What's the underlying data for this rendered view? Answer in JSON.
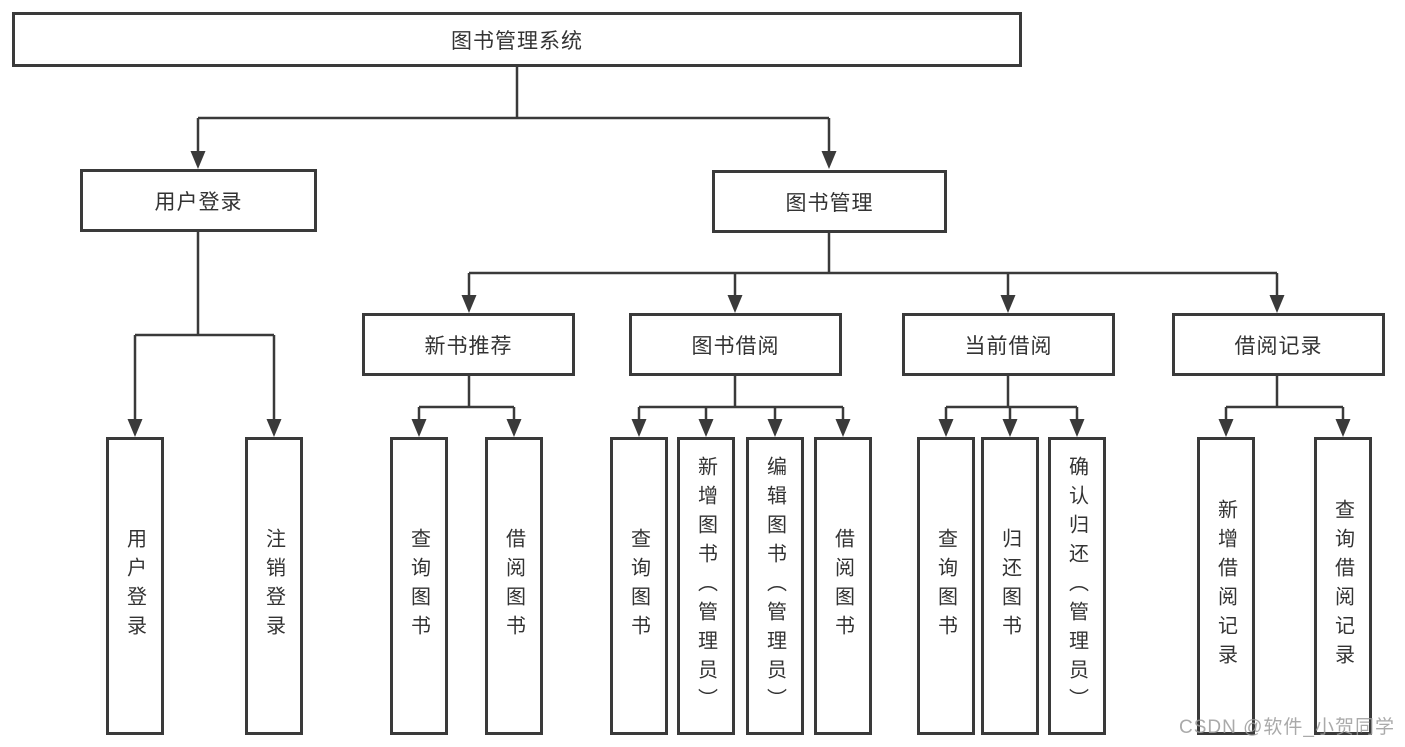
{
  "diagram": {
    "root": {
      "label": "图书管理系统"
    },
    "level2": [
      {
        "label": "用户登录"
      },
      {
        "label": "图书管理"
      }
    ],
    "level3": [
      {
        "label": "新书推荐"
      },
      {
        "label": "图书借阅"
      },
      {
        "label": "当前借阅"
      },
      {
        "label": "借阅记录"
      }
    ],
    "leaves": [
      {
        "label": "用户登录"
      },
      {
        "label": "注销登录"
      },
      {
        "label": "查询图书"
      },
      {
        "label": "借阅图书"
      },
      {
        "label": "查询图书"
      },
      {
        "label": "新增图书（管理员）"
      },
      {
        "label": "编辑图书（管理员）"
      },
      {
        "label": "借阅图书"
      },
      {
        "label": "查询图书"
      },
      {
        "label": "归还图书"
      },
      {
        "label": "确认归还（管理员）"
      },
      {
        "label": "新增借阅记录"
      },
      {
        "label": "查询借阅记录"
      }
    ]
  },
  "watermark": {
    "text": "CSDN @软件_小贺同学"
  },
  "colors": {
    "line": "#3a3a3a",
    "text": "#333333",
    "watermark": "#9b9b9b",
    "background": "#ffffff"
  }
}
